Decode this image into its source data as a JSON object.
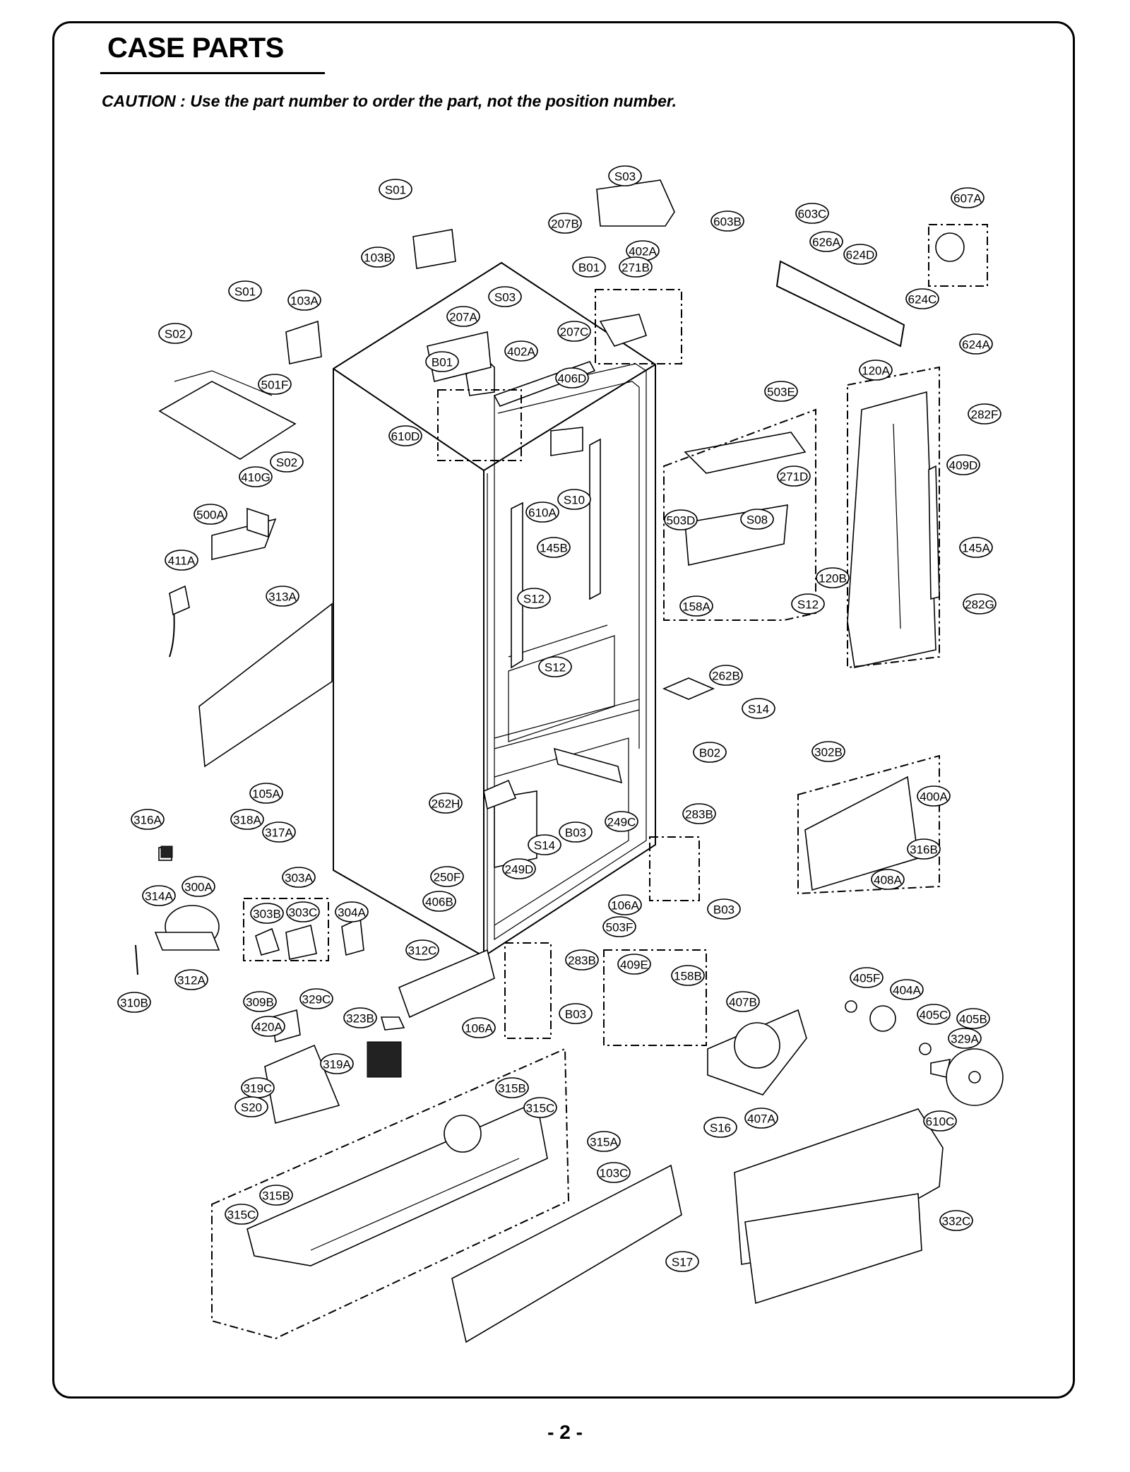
{
  "page": {
    "title": "CASE PARTS",
    "caution": "CAUTION : Use the part number to order the part, not the position number.",
    "page_number": "- 2 -"
  },
  "callouts": [
    "S01",
    "S03",
    "207B",
    "402A",
    "603B",
    "603C",
    "607A",
    "626A",
    "624D",
    "103B",
    "B01",
    "271B",
    "S01",
    "103A",
    "S03",
    "207A",
    "S02",
    "402A",
    "207C",
    "624C",
    "B01",
    "406D",
    "120A",
    "624A",
    "501F",
    "610D",
    "503E",
    "282F",
    "S02",
    "410G",
    "271D",
    "409D",
    "S08",
    "S10",
    "610A",
    "503D",
    "500A",
    "145B",
    "411A",
    "145A",
    "120B",
    "S12",
    "S12",
    "158A",
    "282G",
    "313A",
    "S12",
    "262B",
    "S14",
    "B02",
    "302B",
    "105A",
    "400A",
    "262H",
    "S14",
    "B03",
    "249C",
    "316A",
    "318A",
    "317A",
    "283B",
    "316B",
    "249D",
    "408A",
    "250F",
    "303A",
    "406B",
    "106A",
    "B03",
    "314A",
    "300A",
    "303B",
    "303C",
    "304A",
    "503F",
    "312C",
    "283B",
    "409E",
    "158B",
    "405F",
    "404A",
    "312A",
    "309B",
    "329C",
    "407B",
    "405C",
    "405B",
    "310B",
    "420A",
    "323B",
    "B03",
    "106A",
    "329A",
    "319A",
    "315B",
    "319C",
    "315C",
    "S20",
    "407A",
    "610C",
    "S16",
    "315A",
    "103C",
    "315B",
    "315C",
    "332C",
    "S17"
  ]
}
